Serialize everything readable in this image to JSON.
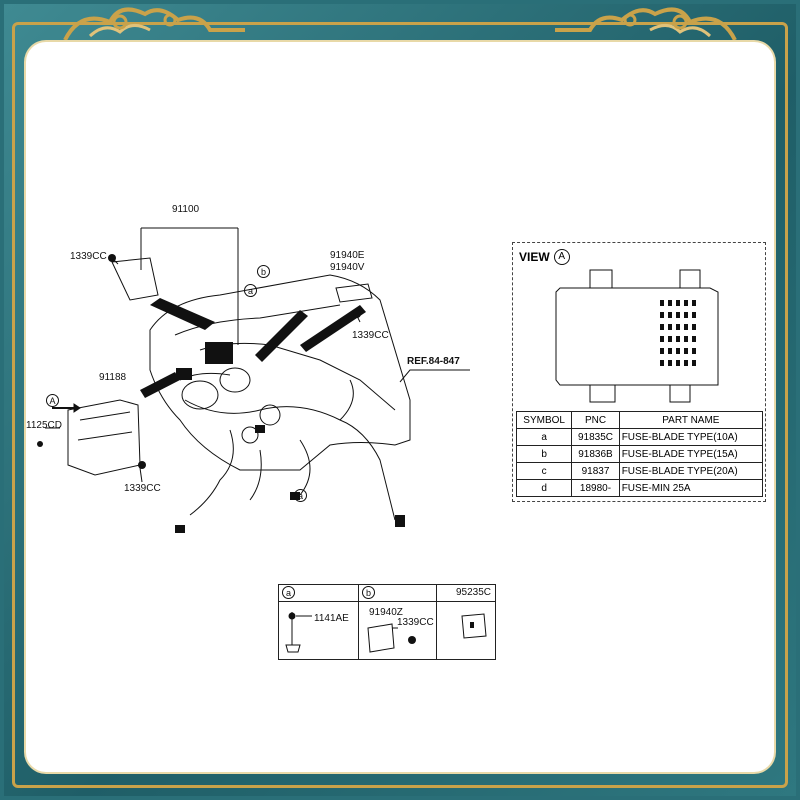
{
  "diagram": {
    "main_labels": {
      "harness": "91100",
      "module": "91188",
      "connector_pn_1": "91940E",
      "connector_pn_2": "91940V",
      "ref": "REF.84-847",
      "bolt_1": "1339CC",
      "bolt_2": "1339CC",
      "bolt_3": "1339CC",
      "screw": "1125CD",
      "view_marker": "A",
      "callout_a_1": "a",
      "callout_a_2": "a",
      "callout_b": "b"
    },
    "view": {
      "title": "VIEW",
      "marker": "A",
      "table": {
        "headers": [
          "SYMBOL",
          "PNC",
          "PART NAME"
        ],
        "rows": [
          {
            "symbol": "a",
            "pnc": "91835C",
            "name": "FUSE-BLADE TYPE(10A)"
          },
          {
            "symbol": "b",
            "pnc": "91836B",
            "name": "FUSE-BLADE TYPE(15A)"
          },
          {
            "symbol": "c",
            "pnc": "91837",
            "name": "FUSE-BLADE TYPE(20A)"
          },
          {
            "symbol": "d",
            "pnc": "18980-",
            "name": "FUSE-MIN 25A"
          }
        ]
      }
    },
    "legend": {
      "a": {
        "marker": "a",
        "part": "1141AE"
      },
      "b": {
        "marker": "b",
        "part_1": "91940Z",
        "part_2": "1339CC"
      },
      "c": {
        "header": "95235C"
      }
    }
  },
  "colors": {
    "frame": "#2a6f78",
    "gold": "#c9a24a",
    "paper": "#ffffff",
    "ink": "#111111"
  }
}
